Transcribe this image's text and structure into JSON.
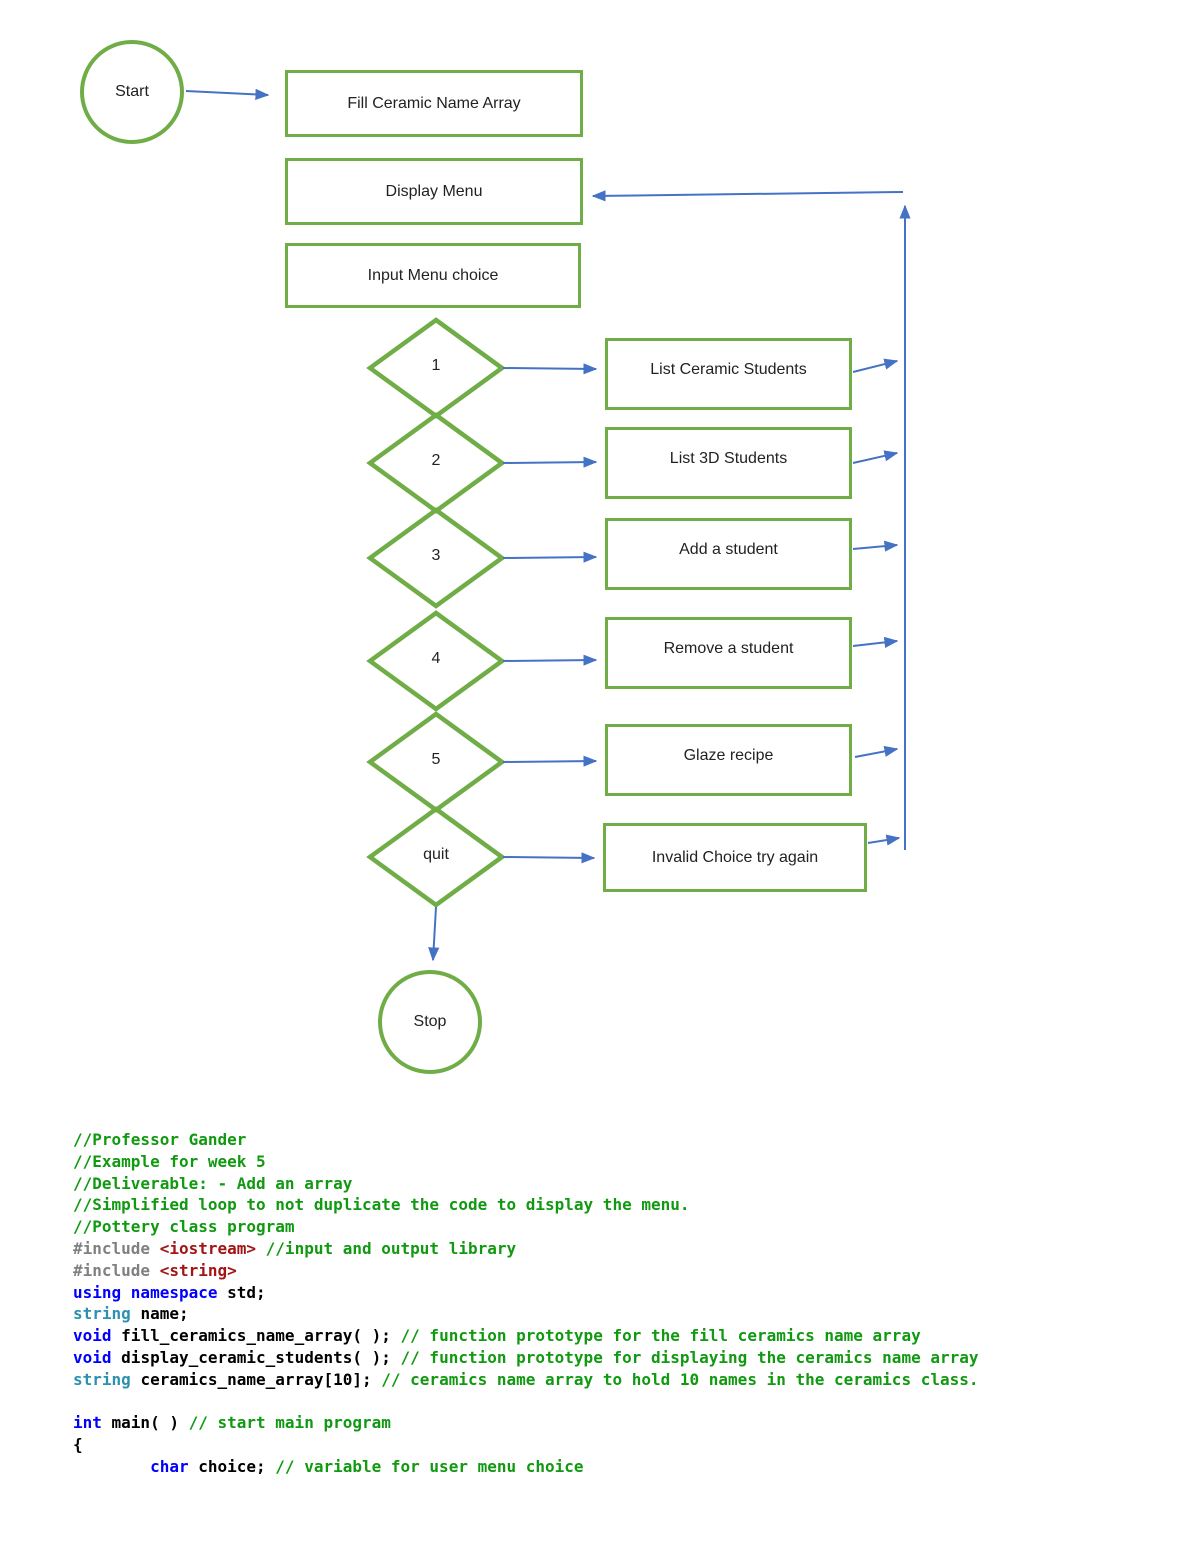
{
  "colors": {
    "shape-border": "#70AD47",
    "connector": "#4472C4",
    "code-comment": "#119911",
    "code-keyword": "#0000FF",
    "code-type": "#2B91AF",
    "code-string": "#A31515",
    "code-gray": "#808080",
    "code-plain": "#000000"
  },
  "flowchart": {
    "start_label": "Start",
    "stop_label": "Stop",
    "process": {
      "fill_array": "Fill Ceramic Name Array",
      "display_menu": "Display Menu",
      "input_choice": "Input Menu choice"
    },
    "decisions": [
      "1",
      "2",
      "3",
      "4",
      "5",
      "quit"
    ],
    "actions": [
      "List Ceramic Students",
      "List 3D Students",
      "Add a student",
      "Remove a student",
      "Glaze recipe",
      "Invalid Choice try again"
    ]
  },
  "code": {
    "lines": [
      [
        {
          "t": "//Professor Gander",
          "c": "com"
        }
      ],
      [
        {
          "t": "//Example for week 5",
          "c": "com"
        }
      ],
      [
        {
          "t": "//Deliverable: - Add an array",
          "c": "com"
        }
      ],
      [
        {
          "t": "//Simplified loop to not duplicate the code to display the menu.",
          "c": "com"
        }
      ],
      [
        {
          "t": "//Pottery class program",
          "c": "com"
        }
      ],
      [
        {
          "t": "#include ",
          "c": "gray"
        },
        {
          "t": "<iostream>",
          "c": "str"
        },
        {
          "t": " //input and output library",
          "c": "com"
        }
      ],
      [
        {
          "t": "#include ",
          "c": "gray"
        },
        {
          "t": "<string>",
          "c": "str"
        }
      ],
      [
        {
          "t": "using namespace ",
          "c": "kw"
        },
        {
          "t": "std;",
          "c": "plain"
        }
      ],
      [
        {
          "t": "string ",
          "c": "type"
        },
        {
          "t": "name;",
          "c": "plain"
        }
      ],
      [
        {
          "t": "void ",
          "c": "kw"
        },
        {
          "t": "fill_ceramics_name_array( ); ",
          "c": "plain"
        },
        {
          "t": "// function prototype for the fill ceramics name array",
          "c": "com"
        }
      ],
      [
        {
          "t": "void ",
          "c": "kw"
        },
        {
          "t": "display_ceramic_students( ); ",
          "c": "plain"
        },
        {
          "t": "// function prototype for displaying the ceramics name array",
          "c": "com"
        }
      ],
      [
        {
          "t": "string ",
          "c": "type"
        },
        {
          "t": "ceramics_name_array[10]; ",
          "c": "plain"
        },
        {
          "t": "// ceramics name array to hold 10 names in the ceramics class.",
          "c": "com"
        }
      ],
      [],
      [
        {
          "t": "int ",
          "c": "kw"
        },
        {
          "t": "main( ) ",
          "c": "plain"
        },
        {
          "t": "// start main program",
          "c": "com"
        }
      ],
      [
        {
          "t": "{",
          "c": "plain"
        }
      ],
      [
        {
          "t": "        ",
          "c": "plain"
        },
        {
          "t": "char ",
          "c": "kw"
        },
        {
          "t": "choice; ",
          "c": "plain"
        },
        {
          "t": "// variable for user menu choice",
          "c": "com"
        }
      ]
    ]
  }
}
